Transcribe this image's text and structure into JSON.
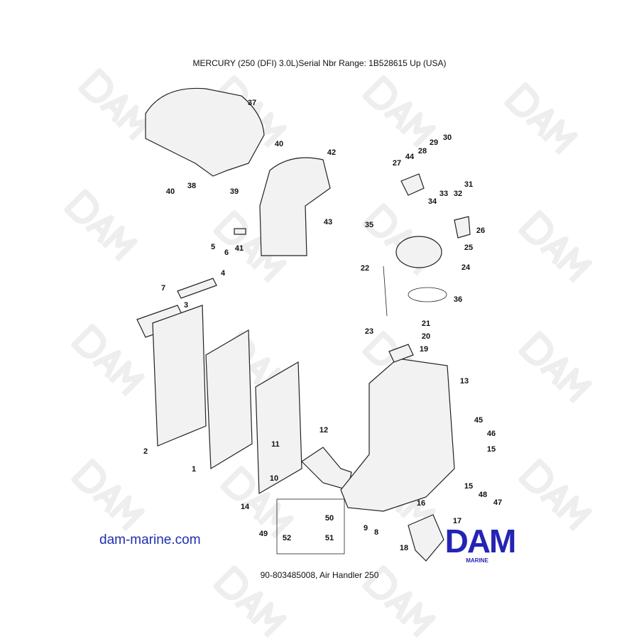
{
  "header": {
    "title": "MERCURY (250 (DFI) 3.0L)Serial Nbr Range: 1B528615  Up (USA)"
  },
  "footer": {
    "caption": "90-803485008, Air Handler 250"
  },
  "branding": {
    "website": "dam-marine.com",
    "logo_text": "DAM",
    "logo_subtext": "MARINE",
    "logo_color": "#2424b4",
    "watermark_text": "DAM"
  },
  "diagram": {
    "callouts": [
      "37",
      "40",
      "42",
      "40",
      "38",
      "39",
      "41",
      "43",
      "5",
      "6",
      "4",
      "7",
      "3",
      "2",
      "1",
      "14",
      "11",
      "10",
      "12",
      "27",
      "44",
      "28",
      "29",
      "30",
      "31",
      "32",
      "33",
      "34",
      "35",
      "26",
      "25",
      "24",
      "22",
      "36",
      "21",
      "23",
      "20",
      "19",
      "13",
      "45",
      "46",
      "15",
      "15",
      "48",
      "47",
      "16",
      "17",
      "9",
      "8",
      "18",
      "50",
      "51",
      "52",
      "49"
    ]
  }
}
